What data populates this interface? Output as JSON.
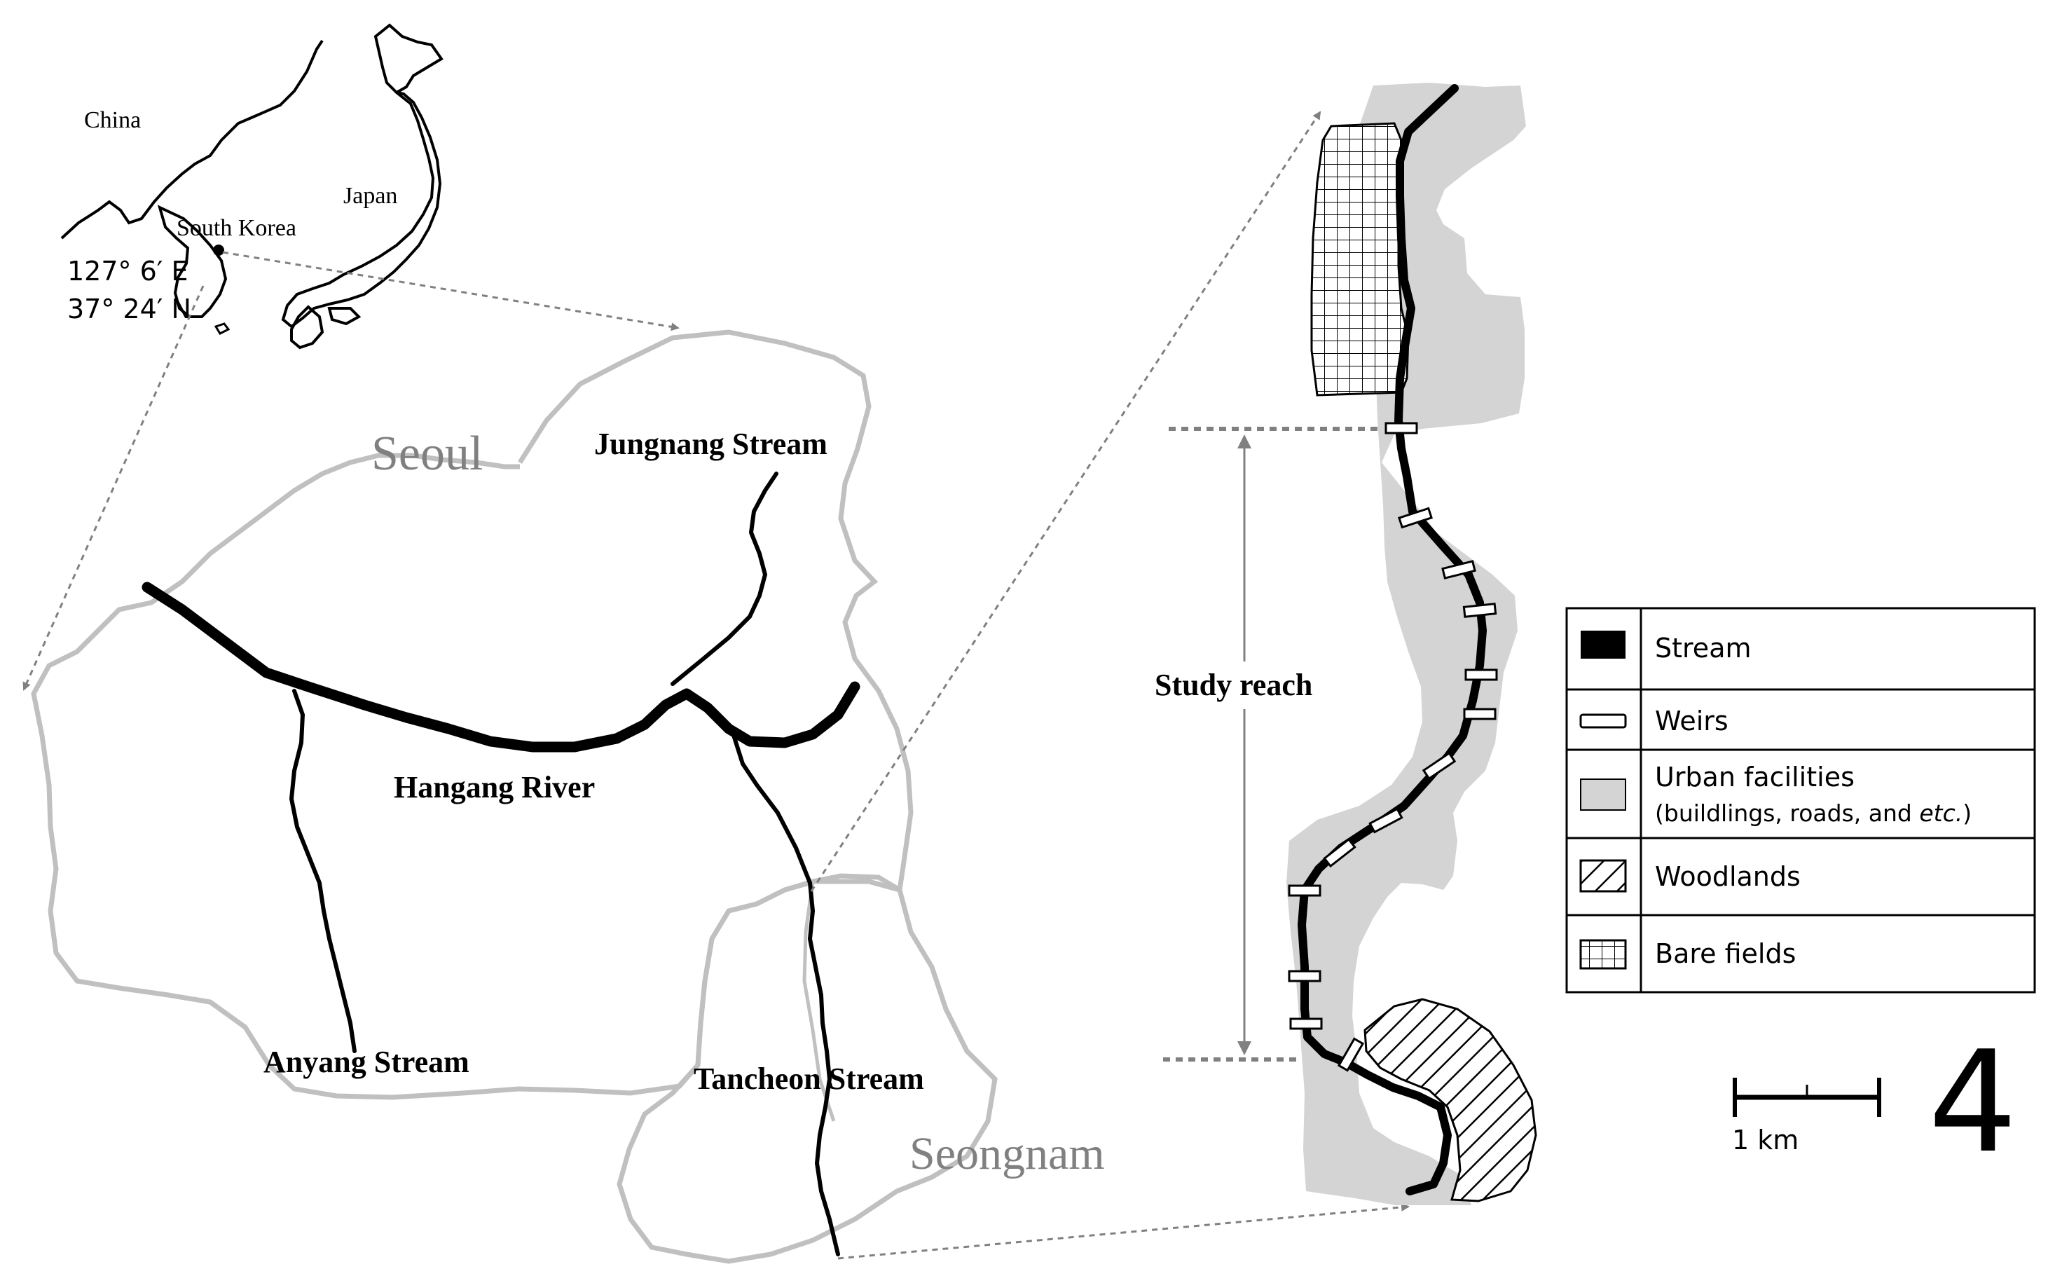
{
  "inset": {
    "labels": {
      "china": "China",
      "japan": "Japan",
      "south_korea": "South Korea",
      "lon": "127° 6′ E",
      "lat": "37° 24′ N"
    }
  },
  "regional_map": {
    "cities": {
      "seoul": "Seoul",
      "seongnam": "Seongnam"
    },
    "rivers": {
      "jungnang": "Jungnang Stream",
      "hangang": "Hangang River",
      "anyang": "Anyang Stream",
      "tancheon": "Tancheon Stream"
    }
  },
  "reach_map": {
    "study_reach_label": "Study reach"
  },
  "legend": {
    "items": [
      {
        "key": "stream",
        "label": "Stream"
      },
      {
        "key": "weirs",
        "label": "Weirs"
      },
      {
        "key": "urban",
        "label": "Urban facilities",
        "sublabel_pre": "(buildlings, roads, and ",
        "sublabel_em": "etc.",
        "sublabel_post": ")"
      },
      {
        "key": "woodlands",
        "label": "Woodlands"
      },
      {
        "key": "bare",
        "label": "Bare fields"
      }
    ]
  },
  "scale_bar": {
    "label": "1 km"
  },
  "north_arrow": {
    "symbol": "4"
  },
  "colors": {
    "boundary": "#c0c0c0",
    "urban": "#d4d4d4",
    "stream": "#000000",
    "leader": "#808080"
  }
}
